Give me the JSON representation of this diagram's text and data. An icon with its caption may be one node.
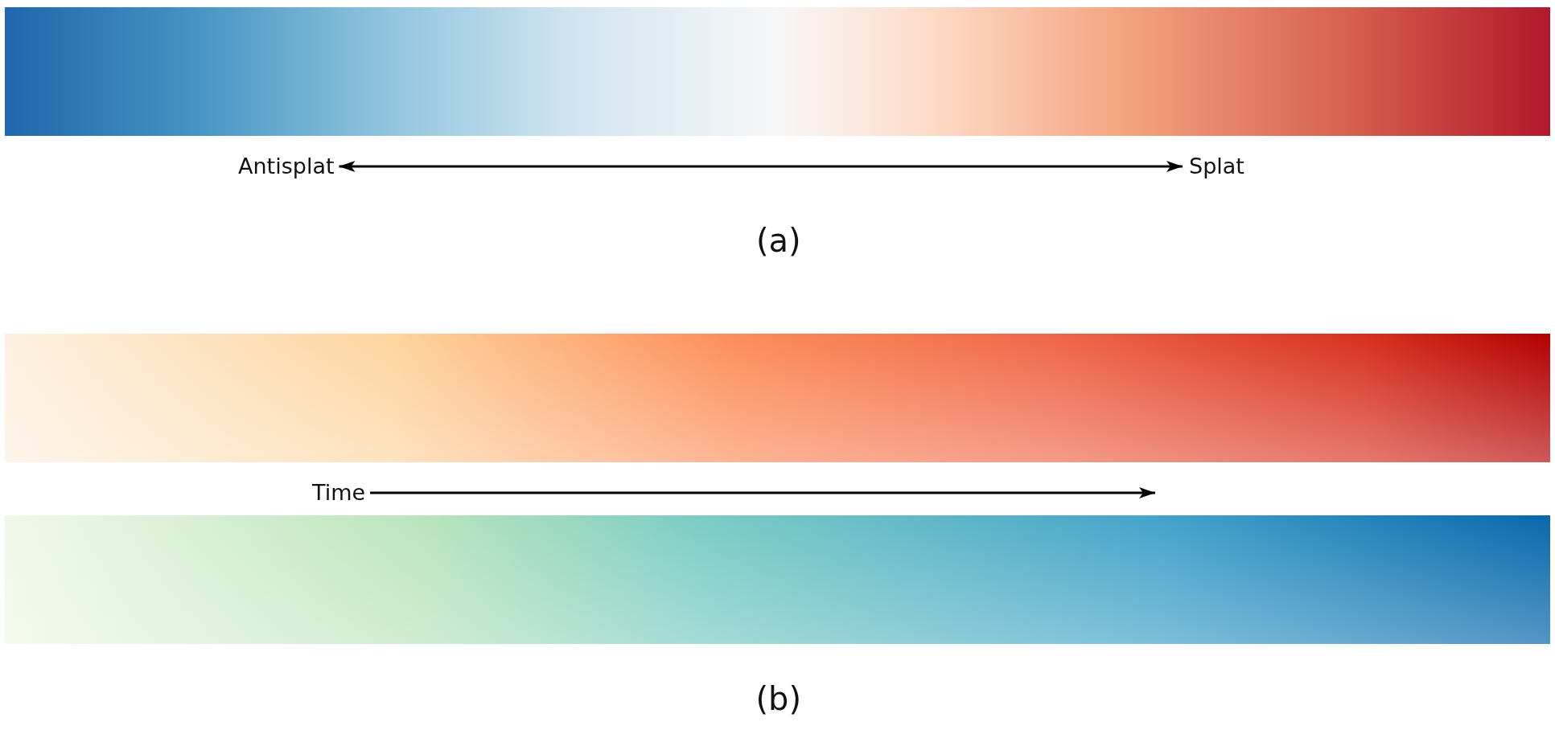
{
  "diagram": {
    "nodes": [
      {
        "text": [
          "Antisplat"
        ]
      },
      {
        "text": [
          "Splat"
        ]
      },
      {
        "text": [
          "Time"
        ]
      }
    ],
    "edges": [
      {
        "from": 0,
        "to": 1,
        "arrow": "both"
      },
      {
        "from": 2,
        "to": null,
        "arrow": "to"
      }
    ],
    "labels": [
      "(a)",
      "(b)"
    ]
  }
}
